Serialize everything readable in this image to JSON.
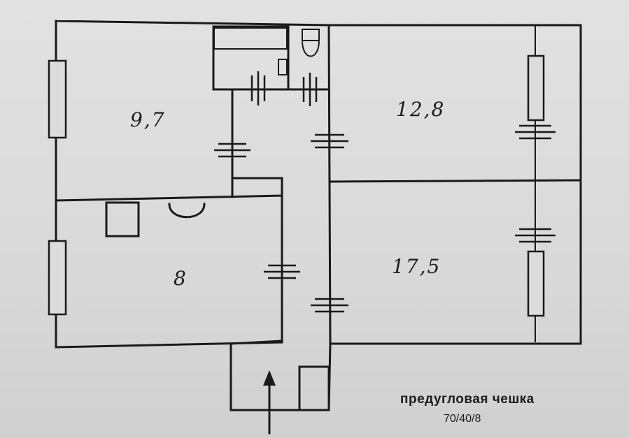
{
  "plan": {
    "rooms": [
      {
        "id": "room-top-left",
        "area": "9,7"
      },
      {
        "id": "room-top-right",
        "area": "12,8"
      },
      {
        "id": "room-bottom-left",
        "area": "8"
      },
      {
        "id": "room-bottom-right",
        "area": "17,5"
      }
    ],
    "caption": "предугловая чешка",
    "dimensions": "70/40/8"
  }
}
